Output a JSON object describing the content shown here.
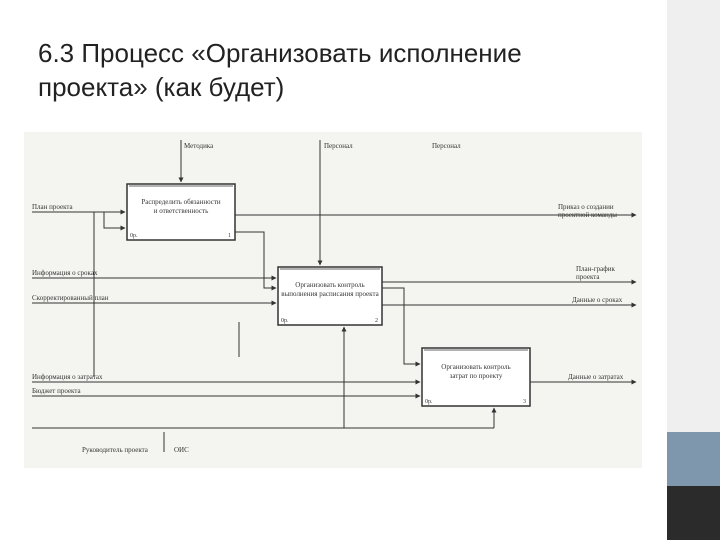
{
  "slide": {
    "title_line1": "6.3 Процесс «Организовать исполнение",
    "title_line2": "проекта» (как будет)"
  },
  "diagram": {
    "top_labels": {
      "methods": "Методика",
      "staff1": "Персонал",
      "staff2": "Персонал"
    },
    "blocks": [
      {
        "title1": "Распределить обязанности",
        "title2": "и ответственность",
        "cost": "0р.",
        "number": "1"
      },
      {
        "title1": "Организовать контроль",
        "title2": "выполнения расписания проекта",
        "cost": "0р.",
        "number": "2"
      },
      {
        "title1": "Организовать контроль",
        "title2": "затрат по проекту",
        "cost": "0р.",
        "number": "3"
      }
    ],
    "left_labels": {
      "plan": "План проекта",
      "sched_info": "Информация о сроках",
      "adjusted_plan": "Скорректированный план",
      "cost_info": "Информация о затратах",
      "budget": "Бюджет проекта"
    },
    "right_labels": {
      "order1": "Приказ о создании",
      "order2": "проектной команды",
      "gantt1": "План-график",
      "gantt2": "проекта",
      "time_data": "Данные о сроках",
      "cost_data": "Данные о затратах"
    },
    "bottom_labels": {
      "manager": "Руководитель проекта",
      "ois": "ОИС"
    }
  }
}
